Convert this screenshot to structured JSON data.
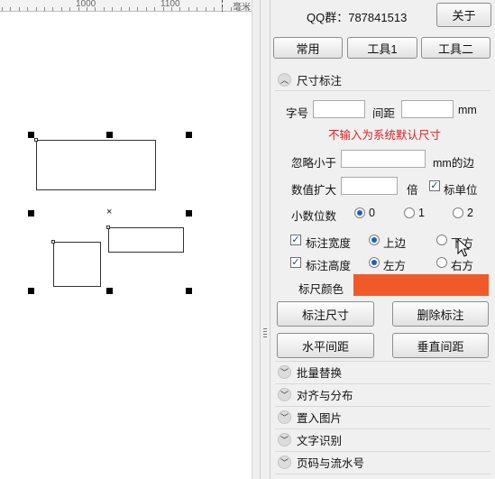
{
  "ruler": {
    "labels": [
      "1000",
      "1100",
      "毫米"
    ]
  },
  "panel": {
    "qq": "QQ群：787841513",
    "about": "关于",
    "tabs": [
      "常用",
      "工具1",
      "工具二"
    ],
    "section_dim": {
      "title": "尺寸标注",
      "font_size_label": "字号",
      "spacing_label": "间距",
      "mm": "mm",
      "hint": "不输入为系统默认尺寸",
      "hint_color": "#e02020",
      "ignore_label": "忽略小于",
      "ignore_suffix": "mm的边",
      "scale_label": "数值扩大",
      "scale_suffix": "倍",
      "unit_label": "标单位",
      "unit_checked": true,
      "decimals_label": "小数位数",
      "decimals": [
        "0",
        "1",
        "2"
      ],
      "decimals_selected": "0",
      "width_label": "标注宽度",
      "width_checked": true,
      "width_pos": [
        "上边",
        "下方"
      ],
      "width_selected": "上边",
      "height_label": "标注高度",
      "height_checked": true,
      "height_pos": [
        "左方",
        "右方"
      ],
      "height_selected": "左方",
      "color_label": "标尺颜色",
      "color": "#f05a28",
      "buttons": [
        "标注尺寸",
        "删除标注",
        "水平间距",
        "垂直间距"
      ]
    },
    "sections": [
      "批量替换",
      "对齐与分布",
      "置入图片",
      "文字识别",
      "页码与流水号"
    ]
  }
}
